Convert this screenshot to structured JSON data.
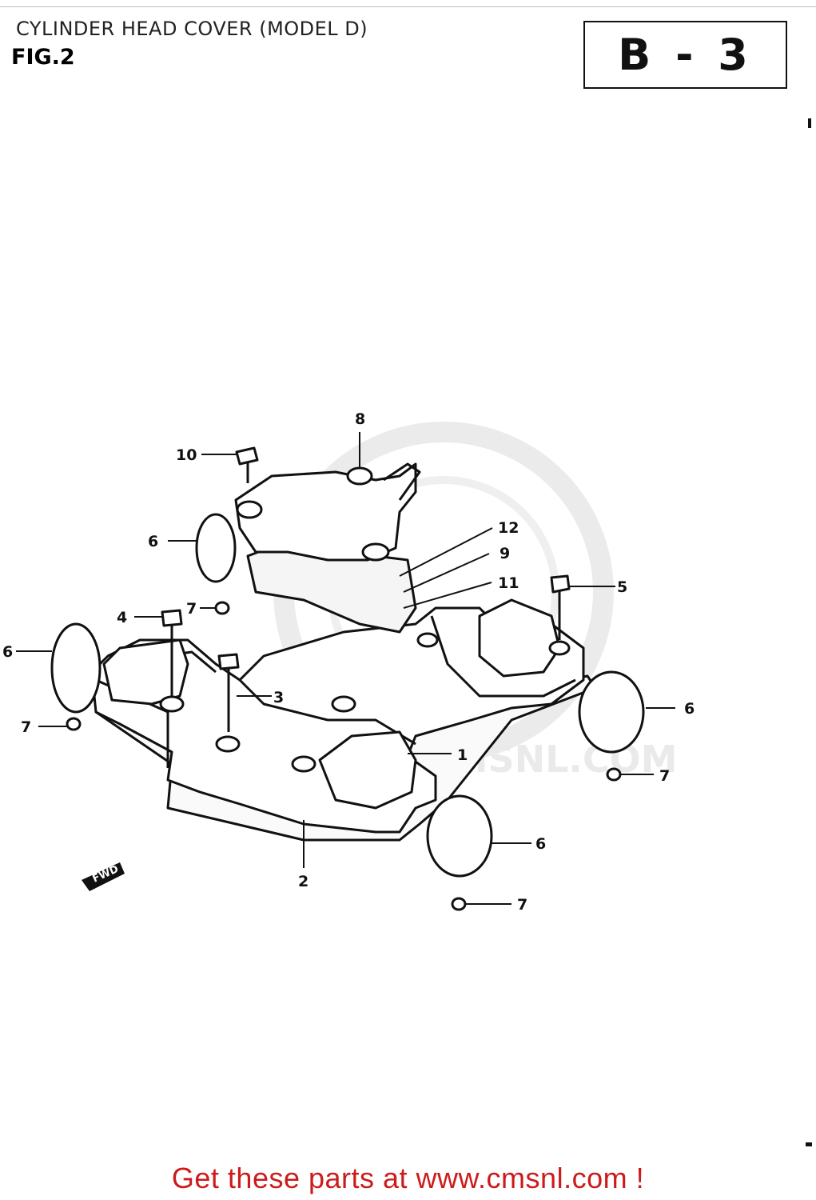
{
  "header": {
    "title": "CYLINDER HEAD COVER (MODEL D)",
    "figure": "FIG.2",
    "section_code": "B - 3"
  },
  "diagram": {
    "watermark": "WWW.CMSNL.COM",
    "fwd_label": "FWD",
    "callouts": [
      "8",
      "10",
      "6",
      "12",
      "9",
      "11",
      "5",
      "7",
      "4",
      "6",
      "3",
      "6",
      "7",
      "1",
      "7",
      "6",
      "2",
      "7"
    ]
  },
  "footer": {
    "text": "Get these parts at www.cmsnl.com !"
  }
}
